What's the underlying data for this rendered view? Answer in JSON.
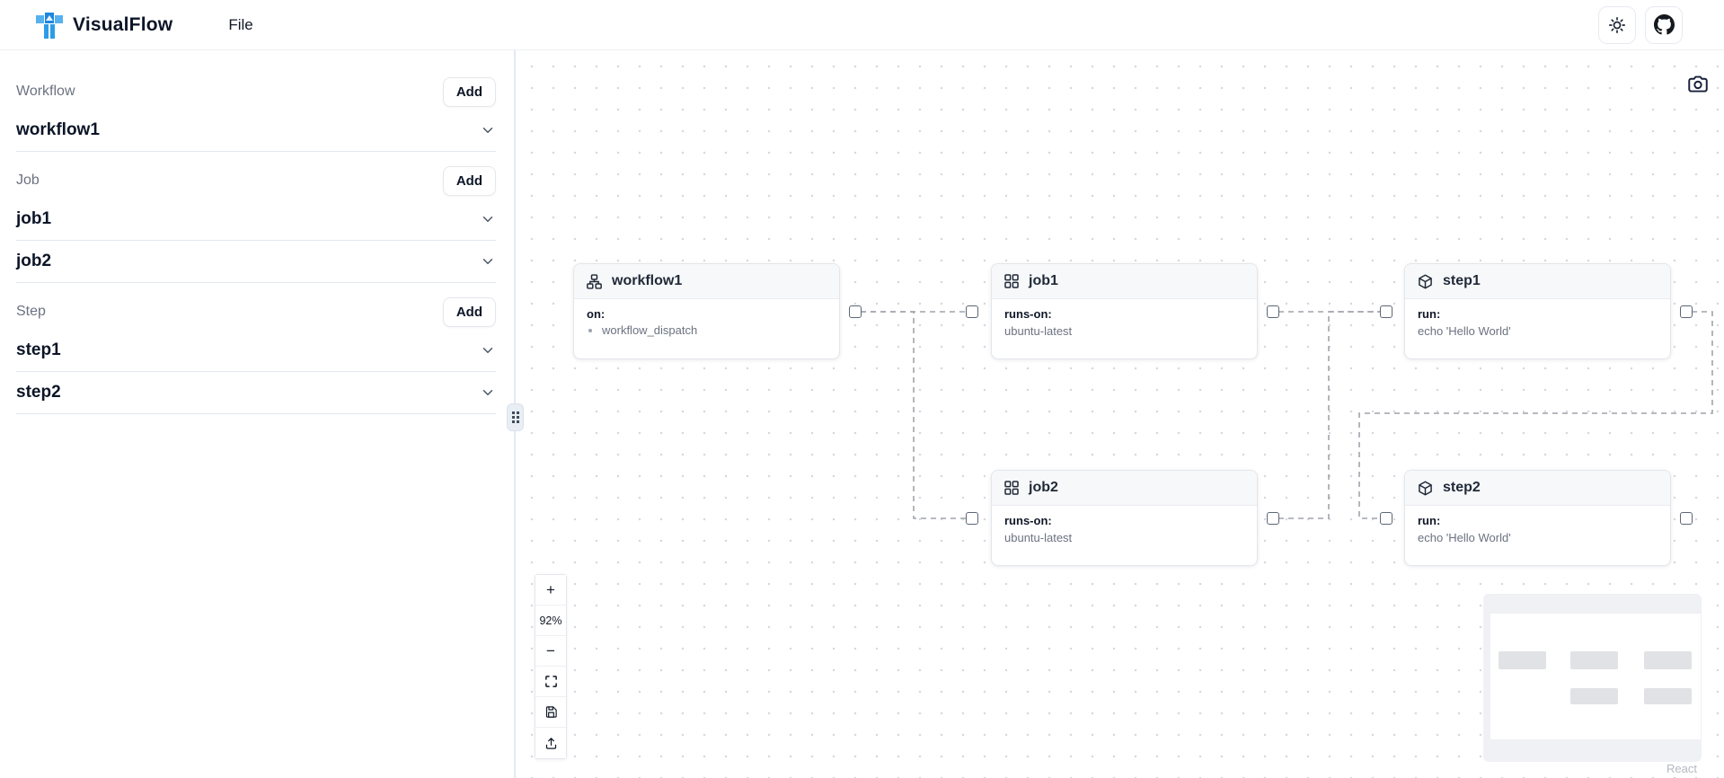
{
  "header": {
    "brand": "VisualFlow",
    "file_menu": "File"
  },
  "sidebar": {
    "sections": [
      {
        "label": "Workflow",
        "add_button": "Add",
        "items": [
          {
            "name": "workflow1"
          }
        ]
      },
      {
        "label": "Job",
        "add_button": "Add",
        "items": [
          {
            "name": "job1"
          },
          {
            "name": "job2"
          }
        ]
      },
      {
        "label": "Step",
        "add_button": "Add",
        "items": [
          {
            "name": "step1"
          },
          {
            "name": "step2"
          }
        ]
      }
    ]
  },
  "canvas": {
    "nodes": [
      {
        "id": "workflow1",
        "type": "workflow",
        "icon": "workflow-icon",
        "title": "workflow1",
        "field_key": "on:",
        "field_value": "workflow_dispatch"
      },
      {
        "id": "job1",
        "type": "job",
        "icon": "job-grid-icon",
        "title": "job1",
        "field_key": "runs-on:",
        "field_value": "ubuntu-latest"
      },
      {
        "id": "step1",
        "type": "step",
        "icon": "cube-icon",
        "title": "step1",
        "field_key": "run:",
        "field_value": "echo 'Hello World'"
      },
      {
        "id": "job2",
        "type": "job",
        "icon": "job-grid-icon",
        "title": "job2",
        "field_key": "runs-on:",
        "field_value": "ubuntu-latest"
      },
      {
        "id": "step2",
        "type": "step",
        "icon": "cube-icon",
        "title": "step2",
        "field_key": "run:",
        "field_value": "echo 'Hello World'"
      }
    ],
    "edges": [
      {
        "source": "workflow1",
        "target": "job1"
      },
      {
        "source": "workflow1",
        "target": "job2"
      },
      {
        "source": "job1",
        "target": "step1"
      },
      {
        "source": "job2",
        "target": "step1"
      },
      {
        "source": "step1",
        "target": "step2"
      }
    ],
    "controls": {
      "zoom_in": "+",
      "zoom_level": "92%",
      "zoom_out": "−"
    },
    "attribution": "React Flow"
  },
  "colors": {
    "logo_blue_light": "#56b1ef",
    "logo_blue_dark": "#1d86e0",
    "brand_navy": "#0c1527",
    "edge_gray": "#a0a4ab",
    "node_header_bg": "#f7f8fa",
    "muted_text": "#6b7280"
  }
}
